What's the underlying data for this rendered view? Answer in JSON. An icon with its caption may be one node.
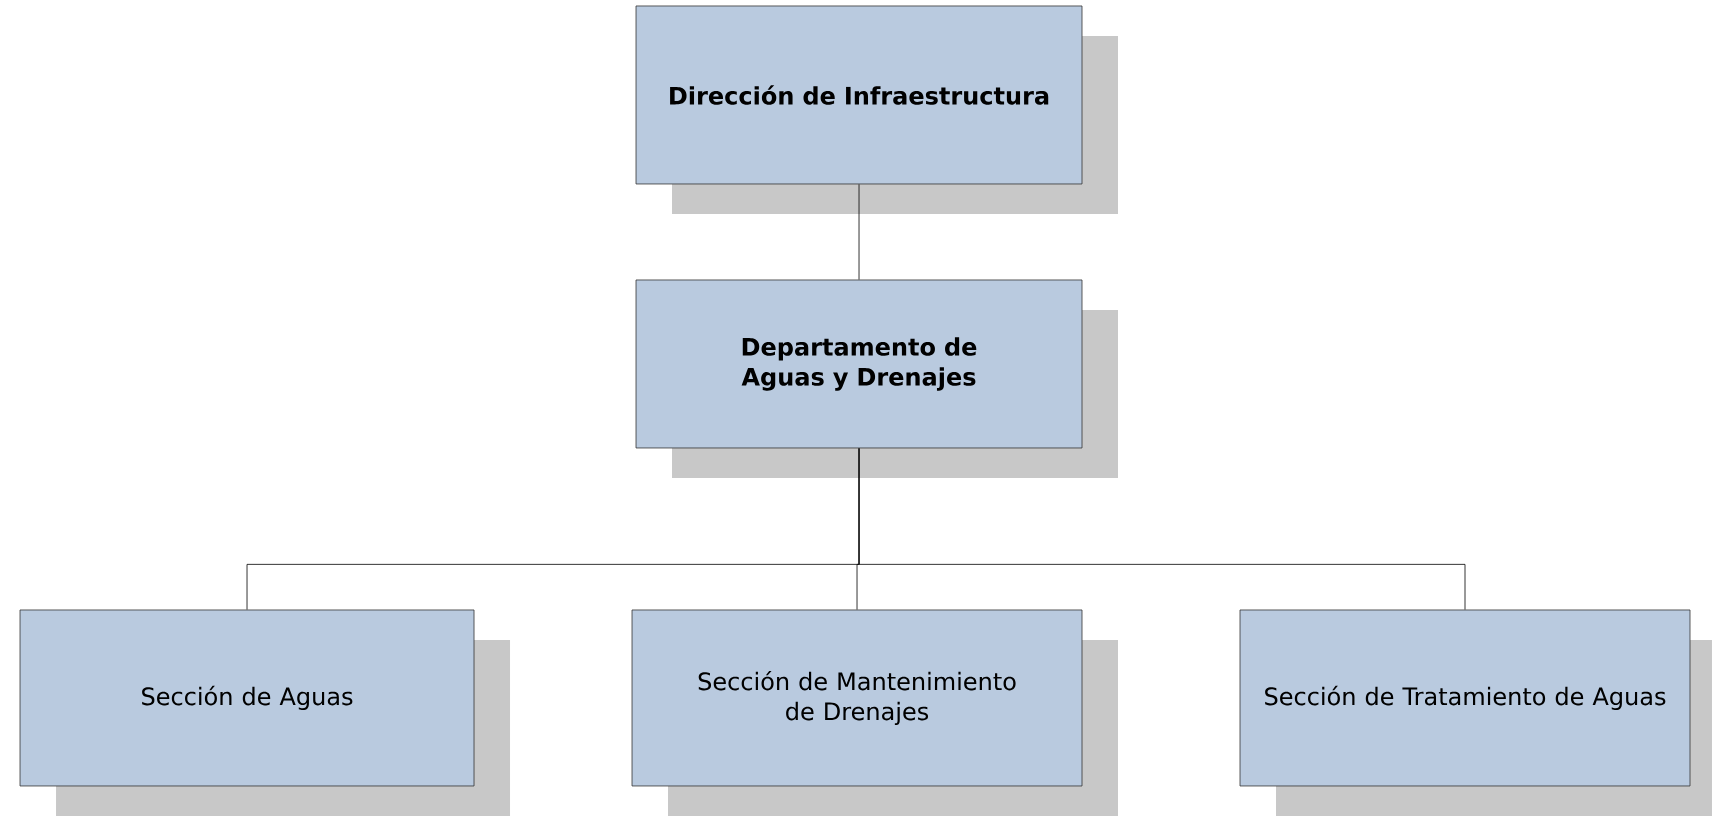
{
  "diagram": {
    "nodes": [
      {
        "text": [
          "Dirección de Infraestructura"
        ]
      },
      {
        "text": [
          "Departamento de Aguas y Drenajes"
        ]
      },
      {
        "text": [
          "Sección de Aguas"
        ]
      },
      {
        "text": [
          "Sección de Mantenimiento de Drenajes"
        ]
      },
      {
        "text": [
          "Sección de Tratamiento de Aguas"
        ]
      }
    ],
    "edges": [
      {
        "from": 0,
        "to": 1,
        "arrow": "none"
      },
      {
        "from": 1,
        "to": 2,
        "arrow": "none"
      },
      {
        "from": 1,
        "to": 3,
        "arrow": "none"
      },
      {
        "from": 1,
        "to": 4,
        "arrow": "none"
      }
    ]
  }
}
